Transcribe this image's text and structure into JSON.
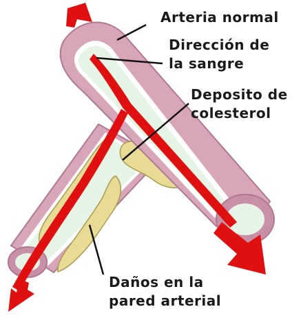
{
  "labels": {
    "normal_artery": "Arteria normal",
    "blood_direction_line1": "Dirección de",
    "blood_direction_line2": "la sangre",
    "cholesterol_line1": "Deposito de",
    "cholesterol_line2": "colesterol",
    "wall_damage_line1": "Daños en la",
    "wall_damage_line2": "pared arterial"
  },
  "colors": {
    "artery_wall": "#d8a6b8",
    "artery_wall_edge": "#b07890",
    "lumen": "#e6f4e6",
    "blood_flow": "#e01010",
    "cholesterol": "#e8dc94",
    "inner_lining": "#ffffff",
    "leader_line": "#111111"
  }
}
